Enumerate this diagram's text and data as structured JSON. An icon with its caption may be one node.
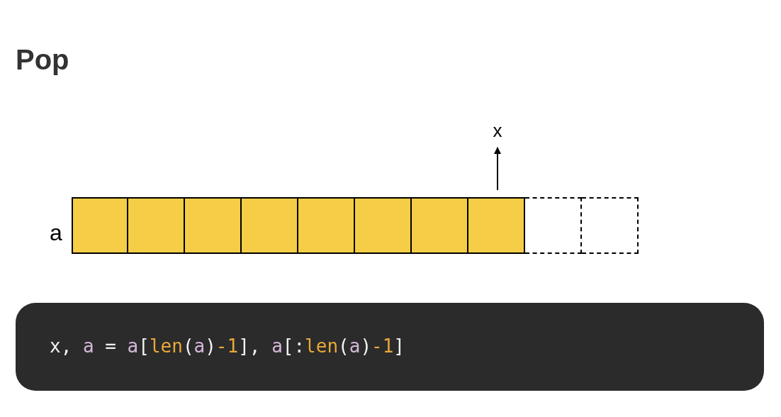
{
  "diagram": {
    "title": "Pop",
    "nodes": [
      {
        "text": [
          "x"
        ]
      },
      {
        "text": [],
        "shape": "box"
      },
      {
        "text": [],
        "shape": "box"
      },
      {
        "text": [],
        "shape": "box"
      },
      {
        "text": [],
        "shape": "box"
      },
      {
        "text": [],
        "shape": "box"
      },
      {
        "text": [],
        "shape": "box"
      },
      {
        "text": [],
        "shape": "box"
      },
      {
        "text": [],
        "shape": "box"
      },
      {
        "text": [],
        "shape": "box"
      },
      {
        "text": [],
        "shape": "box"
      }
    ],
    "edges": [
      {
        "from": 8,
        "to": 0,
        "arrow": "to"
      }
    ],
    "labels": [
      "a",
      "x, a = a[len(a)-1], a[:len(a)-1]"
    ]
  }
}
